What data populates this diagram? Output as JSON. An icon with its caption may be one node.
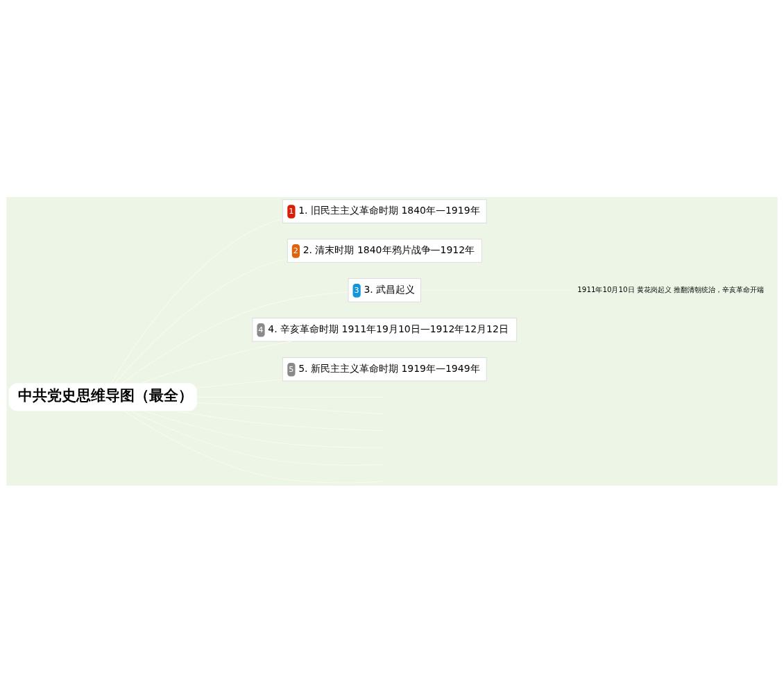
{
  "diagram": {
    "nodes": [
      {
        "text": [
          "中共党史思维导图（最全）"
        ]
      },
      {
        "text": [
          "1",
          "1. 旧民主主义革命时期 1840年—1919年"
        ]
      },
      {
        "text": [
          "2",
          "2. 清末时期 1840年鸦片战争—1912年"
        ]
      },
      {
        "text": [
          "3",
          "3. 武昌起义"
        ]
      },
      {
        "text": [
          "4",
          "4. 辛亥革命时期 1911年19月10日—1912年12月12日"
        ]
      },
      {
        "text": [
          "5",
          "5. 新民主主义革命时期 1919年—1949年"
        ]
      },
      {
        "text": [
          "1911年10月10日 黄花岗起义 推翻清朝统治，辛亥革命开端"
        ]
      }
    ],
    "edges": [
      {
        "from": 0,
        "to": 1,
        "arrow": "none"
      },
      {
        "from": 0,
        "to": 2,
        "arrow": "none"
      },
      {
        "from": 0,
        "to": 3,
        "arrow": "none"
      },
      {
        "from": 0,
        "to": 4,
        "arrow": "none"
      },
      {
        "from": 0,
        "to": 5,
        "arrow": "none"
      },
      {
        "from": 0,
        "to": null,
        "arrow": "none"
      },
      {
        "from": 0,
        "to": null,
        "arrow": "none"
      },
      {
        "from": 0,
        "to": null,
        "arrow": "none"
      },
      {
        "from": 0,
        "to": null,
        "arrow": "none"
      },
      {
        "from": 0,
        "to": null,
        "arrow": "none"
      },
      {
        "from": 0,
        "to": null,
        "arrow": "none"
      },
      {
        "from": 3,
        "to": 6,
        "arrow": "none"
      }
    ]
  }
}
